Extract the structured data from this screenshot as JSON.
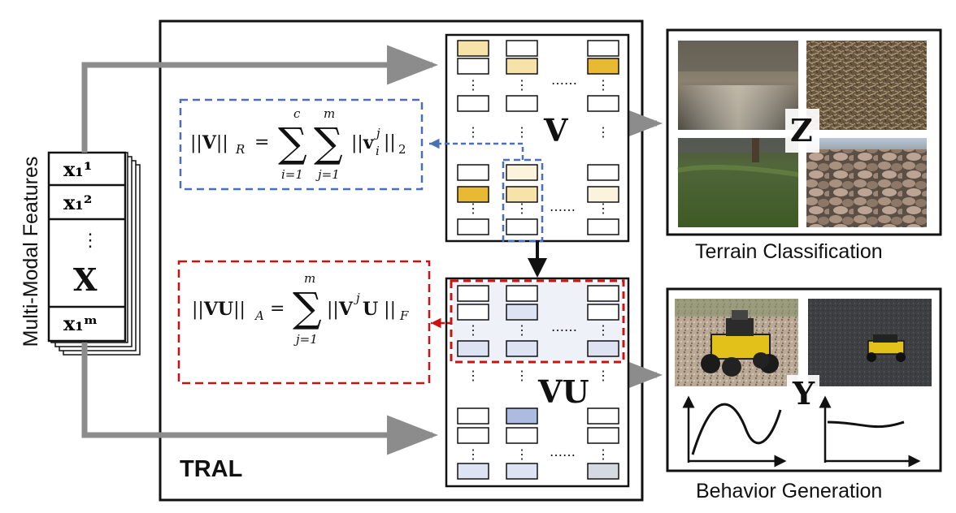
{
  "input": {
    "side_label": "Multi-Modal Features",
    "symbol": "X",
    "feature_top": "x₁¹",
    "feature_second": "x₁²",
    "feature_bottom": "x₁ᵐ",
    "dots": "⋮"
  },
  "model": {
    "name": "TRAL",
    "matrix_v_label": "V",
    "matrix_vu_label": "VU",
    "dots_h": "……",
    "dots_v": "⋮"
  },
  "equations": {
    "r_norm": {
      "lhs": "||V||",
      "lhs_sub": "R",
      "sum1_top": "c",
      "sum1_bottom": "i=1",
      "sum2_top": "m",
      "sum2_bottom": "j=1",
      "term": "||v",
      "term_sub": "i",
      "term_sup": "j",
      "term_end": "||",
      "norm_sub": "2"
    },
    "a_norm": {
      "lhs": "||VU||",
      "lhs_sub": "A",
      "sum_top": "m",
      "sum_bottom": "j=1",
      "term": "||V",
      "term_sup": "j",
      "term_mid": "U ||",
      "norm_sub": "F"
    }
  },
  "outputs": {
    "terrain": {
      "symbol": "Z",
      "caption": "Terrain Classification"
    },
    "behavior": {
      "symbol": "Y",
      "caption": "Behavior Generation"
    }
  },
  "colors": {
    "arrow_gray": "#8c8c8c",
    "blue_dash": "#4a6fb5",
    "red_dash": "#cc1111",
    "yellow_strong": "#e8b932",
    "yellow_mid": "#f7e2a8",
    "yellow_light": "#fcf3dc",
    "blue_strong": "#aebbe0",
    "blue_light": "#dde3f2",
    "gray_cell": "#d5d9e1"
  }
}
